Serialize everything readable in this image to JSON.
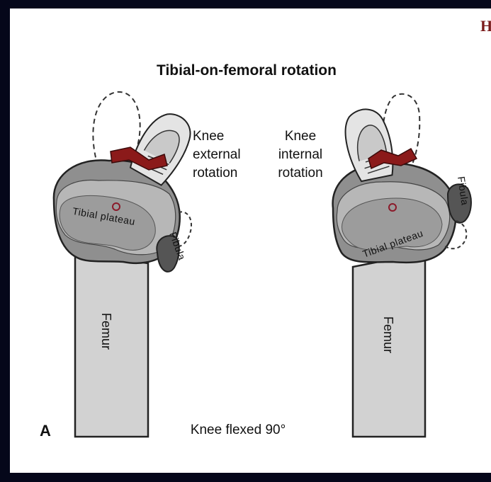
{
  "figure": {
    "title": "Tibial-on-femoral rotation",
    "corner_letter": "H",
    "panel_letter": "A",
    "caption": "Knee flexed 90°",
    "left": {
      "rotation_line1": "Knee",
      "rotation_line2": "external",
      "rotation_line3": "rotation",
      "plateau_label": "Tibial plateau",
      "fibula_label": "Fibula",
      "femur_label": "Femur"
    },
    "right": {
      "rotation_line1": "Knee",
      "rotation_line2": "internal",
      "rotation_line3": "rotation",
      "plateau_label": "Tibial plateau",
      "fibula_label": "Fibula",
      "femur_label": "Femur"
    }
  }
}
